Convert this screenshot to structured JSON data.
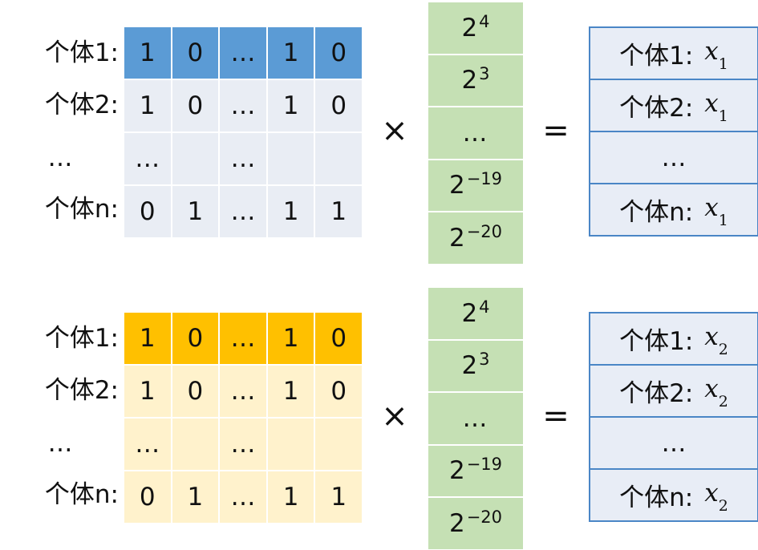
{
  "colors": {
    "blue_header": "#5b9bd5",
    "blue_body": "#e9edf4",
    "orange_header": "#ffc000",
    "orange_body": "#fff2cc",
    "green": "#c5e0b4",
    "result_fill": "#e8edf6",
    "result_border": "#4a86c6"
  },
  "operators": {
    "times": "×",
    "equals": "="
  },
  "sections": [
    {
      "row_labels": [
        "个体1:",
        "个体2:",
        "…",
        "个体n:"
      ],
      "matrix": [
        [
          "1",
          "0",
          "…",
          "1",
          "0"
        ],
        [
          "1",
          "0",
          "…",
          "1",
          "0"
        ],
        [
          "…",
          "",
          "…",
          "",
          ""
        ],
        [
          "0",
          "1",
          "…",
          "1",
          "1"
        ]
      ],
      "powers": [
        {
          "base": "2",
          "exp": "4"
        },
        {
          "base": "2",
          "exp": "3"
        },
        {
          "base": "…",
          "exp": ""
        },
        {
          "base": "2",
          "exp": "−19"
        },
        {
          "base": "2",
          "exp": "−20"
        }
      ],
      "results": [
        {
          "label": "个体1:",
          "var": "x",
          "sub": "1"
        },
        {
          "label": "个体2:",
          "var": "x",
          "sub": "1"
        },
        {
          "label": "…",
          "var": "",
          "sub": ""
        },
        {
          "label": "个体n:",
          "var": "x",
          "sub": "1"
        }
      ]
    },
    {
      "row_labels": [
        "个体1:",
        "个体2:",
        "…",
        "个体n:"
      ],
      "matrix": [
        [
          "1",
          "0",
          "…",
          "1",
          "0"
        ],
        [
          "1",
          "0",
          "…",
          "1",
          "0"
        ],
        [
          "…",
          "",
          "…",
          "",
          ""
        ],
        [
          "0",
          "1",
          "…",
          "1",
          "1"
        ]
      ],
      "powers": [
        {
          "base": "2",
          "exp": "4"
        },
        {
          "base": "2",
          "exp": "3"
        },
        {
          "base": "…",
          "exp": ""
        },
        {
          "base": "2",
          "exp": "−19"
        },
        {
          "base": "2",
          "exp": "−20"
        }
      ],
      "results": [
        {
          "label": "个体1:",
          "var": "x",
          "sub": "2"
        },
        {
          "label": "个体2:",
          "var": "x",
          "sub": "2"
        },
        {
          "label": "…",
          "var": "",
          "sub": ""
        },
        {
          "label": "个体n:",
          "var": "x",
          "sub": "2"
        }
      ]
    }
  ]
}
